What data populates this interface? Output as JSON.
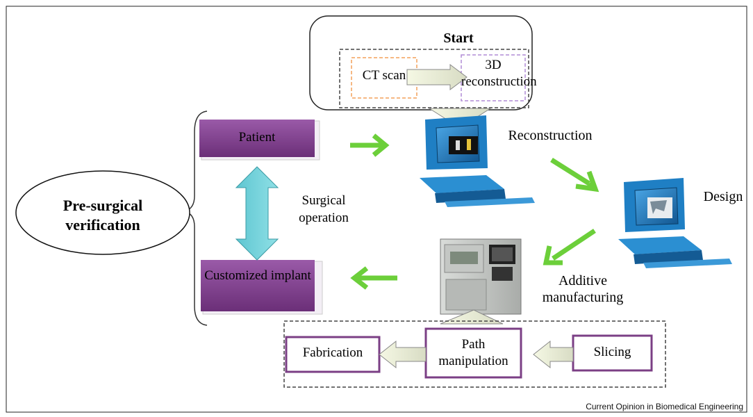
{
  "start": {
    "title": "Start",
    "ct_scan": "CT scan",
    "reconstruction_3d": "3D reconstruction"
  },
  "left_group": {
    "patient": "Patient",
    "customized_implant": "Customized implant",
    "surgical_operation": "Surgical operation",
    "pre_surgical_verification": "Pre-surgical verification"
  },
  "steps": {
    "reconstruction": "Reconstruction",
    "design": "Design",
    "additive_manufacturing": "Additive manufacturing"
  },
  "process": {
    "fabrication": "Fabrication",
    "path_manipulation": "Path manipulation",
    "slicing": "Slicing"
  },
  "credit": "Current Opinion in Biomedical Engineering",
  "colors": {
    "purple_fill": "#7b3f85",
    "purple_border": "#8b4a99",
    "green_arrow": "#6ccf3a",
    "cyan_arrow": "#6fd0d8",
    "orange_dash": "#f4a05a",
    "lavender_dash": "#b18bd6",
    "monitor_blue": "#1f7fc4"
  }
}
